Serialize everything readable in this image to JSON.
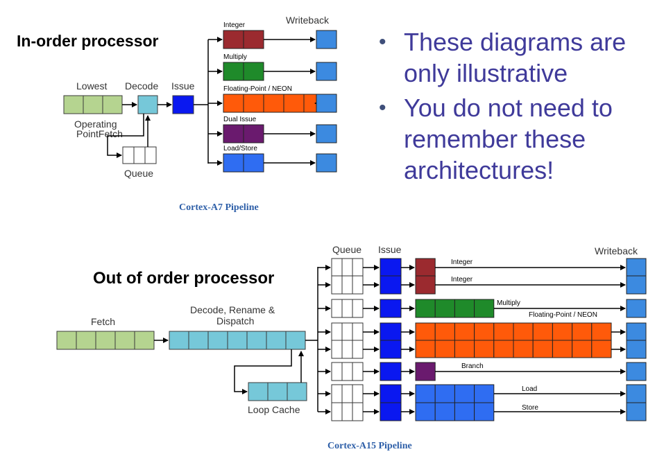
{
  "slide": {
    "inorder_title": "In-order  processor",
    "outoforder_title": "Out of order processor",
    "bullets": [
      "These diagrams are only illustrative",
      "You do not need to remember these architectures!"
    ]
  },
  "a7": {
    "caption": "Cortex-A7 Pipeline",
    "labels": {
      "lowest": "Lowest",
      "decode": "Decode",
      "issue": "Issue",
      "operating_fetch_1": "Operating",
      "operating_fetch_2": "PointFetch",
      "queue": "Queue",
      "writeback": "Writeback"
    },
    "pipes": [
      {
        "name": "Integer",
        "color": "#9b2a2f"
      },
      {
        "name": "Multiply",
        "color": "#1f8a2a"
      },
      {
        "name": "Floating-Point / NEON",
        "color": "#ff5a0a"
      },
      {
        "name": "Dual Issue",
        "color": "#6a1a6e"
      },
      {
        "name": "Load/Store",
        "color": "#2f6df2"
      }
    ]
  },
  "a15": {
    "caption": "Cortex-A15 Pipeline",
    "labels": {
      "fetch": "Fetch",
      "decode_1": "Decode, Rename &",
      "decode_2": "Dispatch",
      "loop_cache": "Loop Cache",
      "queue": "Queue",
      "issue": "Issue",
      "writeback": "Writeback"
    },
    "pipes": [
      {
        "name": "Integer",
        "color": "#9b2a2f"
      },
      {
        "name": "Integer",
        "color": "#9b2a2f"
      },
      {
        "name": "Multiply",
        "color": "#1f8a2a"
      },
      {
        "name": "Floating-Point / NEON",
        "color": "#ff5a0a"
      },
      {
        "name": "Branch",
        "color": "#6a1a6e"
      },
      {
        "name": "Load",
        "color": "#2f6df2"
      },
      {
        "name": "Store",
        "color": "#2f6df2"
      }
    ]
  },
  "colors": {
    "fetch_green": "#b5d490",
    "decode_cyan": "#76c8d9",
    "issue_blue": "#0a18f0",
    "writeback_blue": "#3c8ae0",
    "bullet_text": "#3f3a9a",
    "caption_text": "#2e5fa8"
  }
}
